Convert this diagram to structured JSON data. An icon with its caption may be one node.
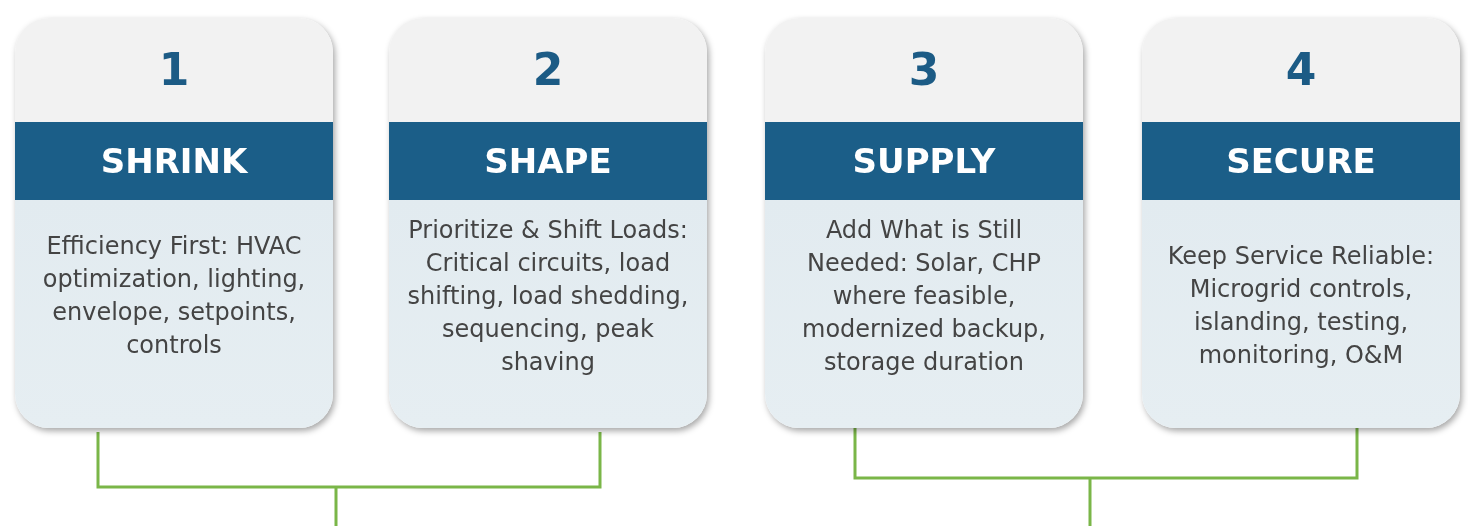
{
  "diagram": {
    "nodes": [
      {
        "text": [
          "1",
          "SHRINK",
          "Efficiency First: HVAC optimization, lighting, envelope, setpoints, controls"
        ]
      },
      {
        "text": [
          "2",
          "SHAPE",
          "Prioritize & Shift Loads: Critical circuits, load shifting, load shedding, sequencing, peak shaving"
        ]
      },
      {
        "text": [
          "3",
          "SUPPLY",
          "Add What is Still Needed: Solar, CHP where feasible, modernized backup, storage duration"
        ]
      },
      {
        "text": [
          "4",
          "SECURE",
          "Keep Service Reliable: Microgrid controls, islanding, testing, monitoring, O&M"
        ]
      }
    ]
  }
}
